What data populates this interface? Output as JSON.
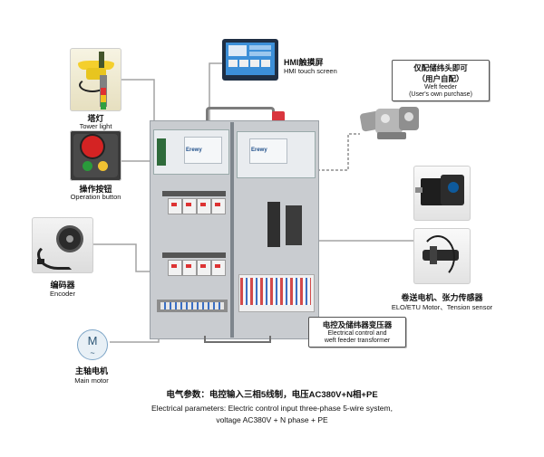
{
  "labels": {
    "tower_light": {
      "cn": "塔灯",
      "en": "Tower light"
    },
    "operation_button": {
      "cn": "操作按钮",
      "en": "Operation button"
    },
    "encoder": {
      "cn": "编码器",
      "en": "Encoder"
    },
    "main_motor": {
      "cn": "主轴电机",
      "en": "Main motor",
      "symbol": "M"
    },
    "hmi": {
      "cn": "HMI触摸屏",
      "en": "HMI touch screen"
    },
    "weft_feeder": {
      "cn1": "仅配储纬头即可",
      "cn2": "（用户自配）",
      "en1": "Weft feeder",
      "en2": "(User's own purchase)"
    },
    "elo_motor": {
      "cn": "卷送电机、张力传感器",
      "en": "ELO/ETU Motor、Tension sensor"
    },
    "transformer": {
      "cn": "电控及储纬器变压器",
      "en1": "Electrical control and",
      "en2": "weft feeder transformer"
    }
  },
  "cabinet": {
    "brand": "Erewy"
  },
  "footer": {
    "cn": "电气参数：电控输入三相5线制，电压AC380V+N相+PE",
    "en1": "Electrical parameters: Electric control input three-phase 5-wire system,",
    "en2": "voltage AC380V + N phase + PE"
  },
  "colors": {
    "line": "#9a9a9a",
    "screen_bezel": "#1f2f44",
    "screen_blue": "#3c8fd8",
    "cabinet_gray": "#c9ccd0"
  }
}
